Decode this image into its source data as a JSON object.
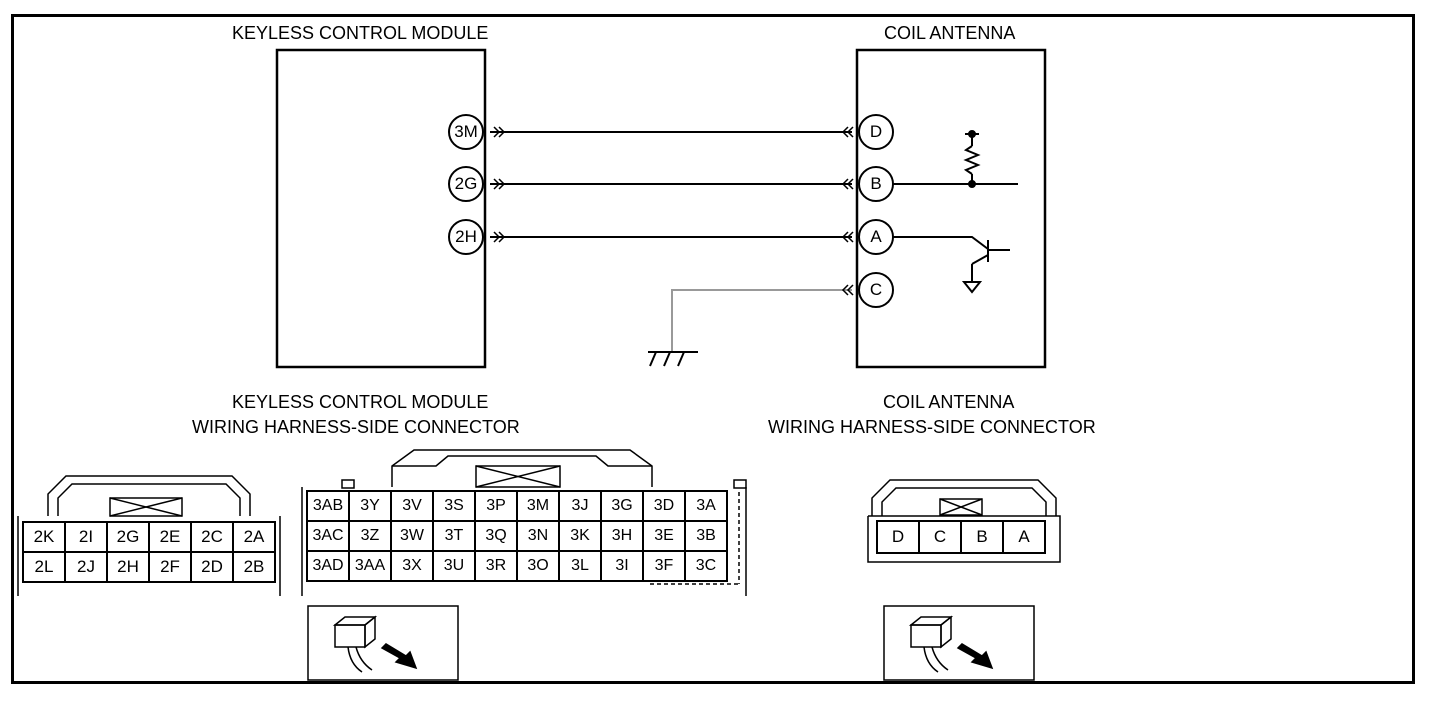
{
  "titles": {
    "kcm": "KEYLESS CONTROL MODULE",
    "coil": "COIL ANTENNA",
    "kcm_conn_1": "KEYLESS CONTROL MODULE",
    "kcm_conn_2": "WIRING HARNESS-SIDE CONNECTOR",
    "coil_conn_1": "COIL ANTENNA",
    "coil_conn_2": "WIRING HARNESS-SIDE CONNECTOR"
  },
  "kcm_pins": [
    "3M",
    "2G",
    "2H"
  ],
  "coil_pins": [
    "D",
    "B",
    "A",
    "C"
  ],
  "connector_2": [
    [
      "2K",
      "2I",
      "2G",
      "2E",
      "2C",
      "2A"
    ],
    [
      "2L",
      "2J",
      "2H",
      "2F",
      "2D",
      "2B"
    ]
  ],
  "connector_3": [
    [
      "3AB",
      "3Y",
      "3V",
      "3S",
      "3P",
      "3M",
      "3J",
      "3G",
      "3D",
      "3A"
    ],
    [
      "3AC",
      "3Z",
      "3W",
      "3T",
      "3Q",
      "3N",
      "3K",
      "3H",
      "3E",
      "3B"
    ],
    [
      "3AD",
      "3AA",
      "3X",
      "3U",
      "3R",
      "3O",
      "3L",
      "3I",
      "3F",
      "3C"
    ]
  ],
  "coil_connector": [
    "D",
    "C",
    "B",
    "A"
  ],
  "colors": {
    "line": "#000000",
    "ground_wire": "#999999"
  }
}
